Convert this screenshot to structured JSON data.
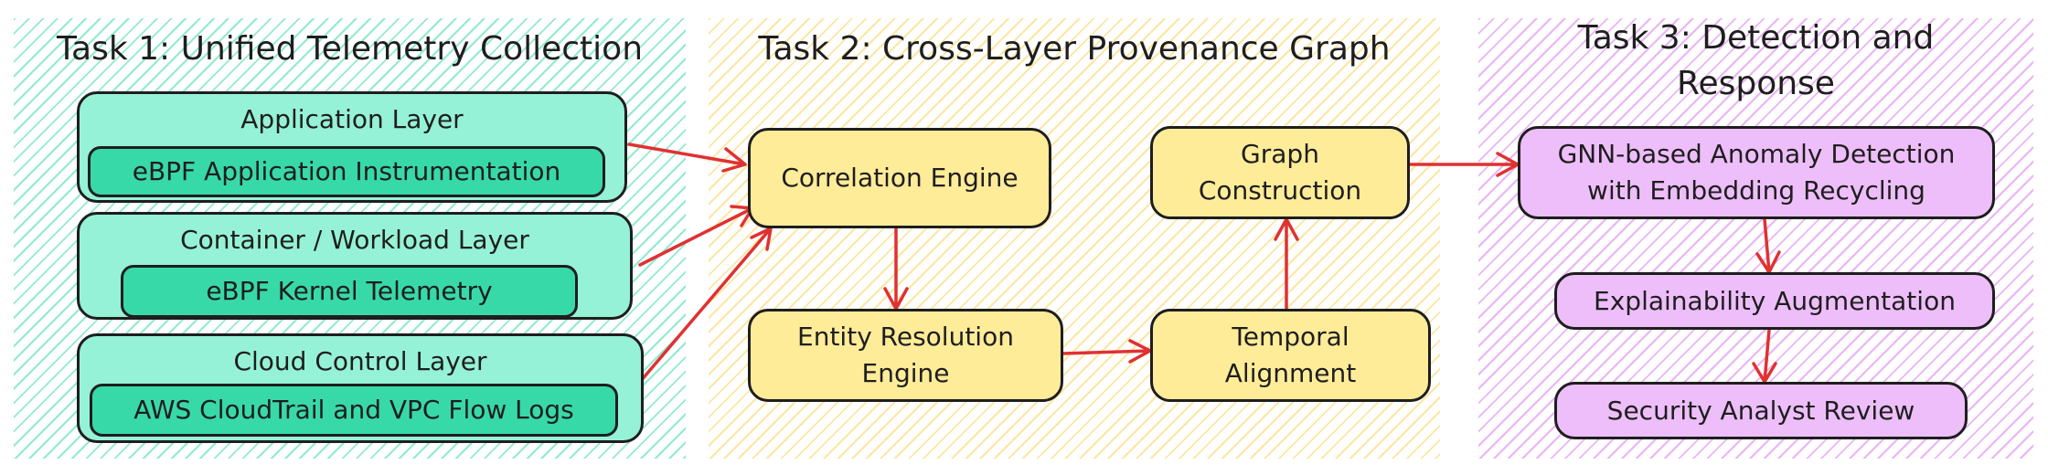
{
  "panels": {
    "task1": {
      "title": "Task 1: Unified Telemetry Collection"
    },
    "task2": {
      "title": "Task 2: Cross-Layer Provenance Graph"
    },
    "task3": {
      "title_line1": "Task 3: Detection and",
      "title_line2": "Response"
    }
  },
  "task1": {
    "application_layer": {
      "label": "Application Layer",
      "inner": "eBPF Application Instrumentation"
    },
    "container_layer": {
      "label": "Container / Workload Layer",
      "inner": "eBPF Kernel Telemetry"
    },
    "cloud_layer": {
      "label": "Cloud Control Layer",
      "inner": "AWS CloudTrail and VPC Flow Logs"
    }
  },
  "task2": {
    "correlation_engine": "Correlation Engine",
    "entity_resolution_line1": "Entity Resolution",
    "entity_resolution_line2": "Engine",
    "temporal_alignment_line1": "Temporal",
    "temporal_alignment_line2": "Alignment",
    "graph_construction_line1": "Graph",
    "graph_construction_line2": "Construction"
  },
  "task3": {
    "gnn_line1": "GNN-based Anomaly Detection",
    "gnn_line2": "with Embedding Recycling",
    "explainability": "Explainability Augmentation",
    "analyst_review": "Security Analyst Review"
  },
  "colors": {
    "teal_light": "#96f2d7",
    "teal_dark": "#38d9a9",
    "yellow": "#ffec99",
    "purple": "#eebefa",
    "arrow": "#e03131",
    "stroke": "#1e1e1e"
  }
}
